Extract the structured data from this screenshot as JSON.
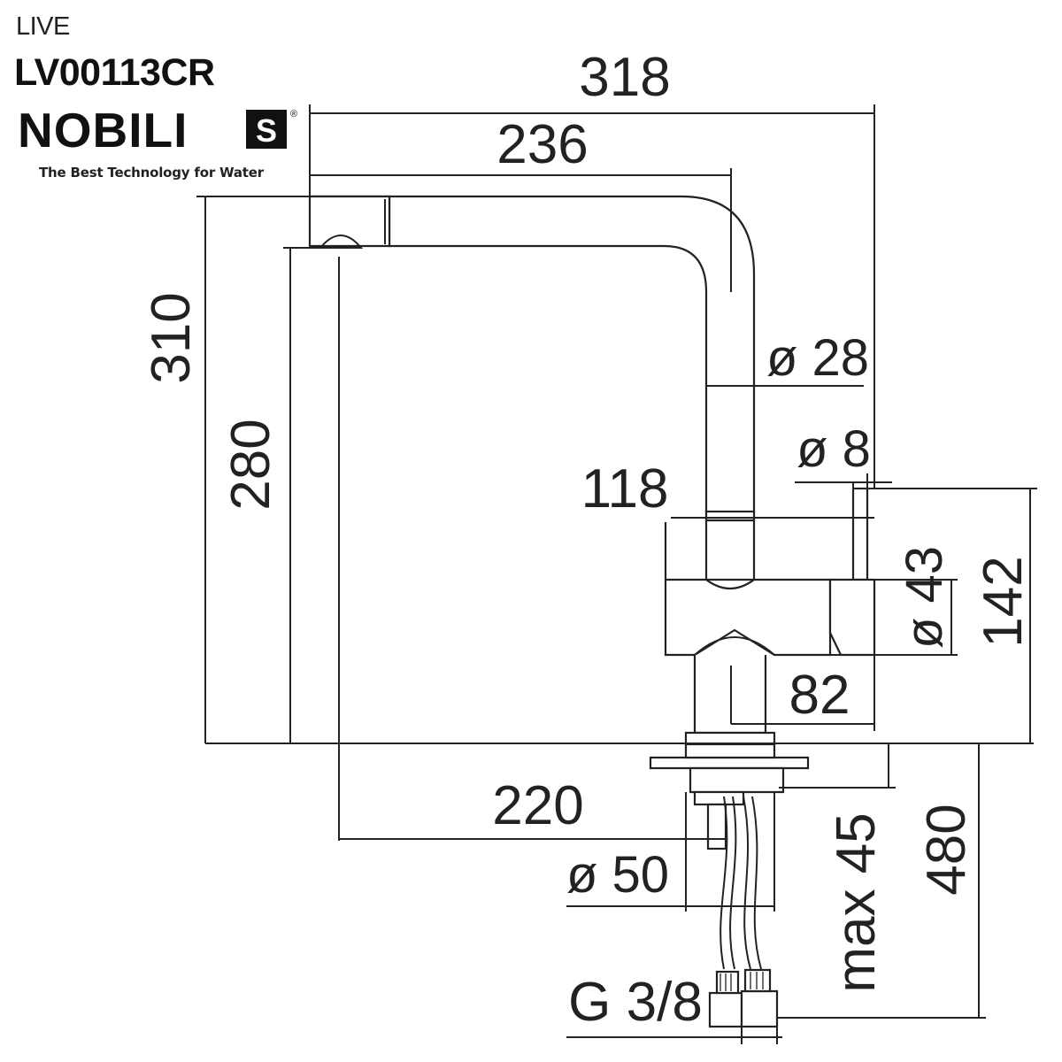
{
  "product": {
    "series": "LIVE",
    "code": "LV00113CR"
  },
  "brand": {
    "name": "NOBILI",
    "mark": "S",
    "registered": "®",
    "tagline": "The Best Technology for Water"
  },
  "dimensions": {
    "overall_reach": "318",
    "spout_reach": "236",
    "total_height": "310",
    "spout_height": "280",
    "spout_diameter": "ø 28",
    "lever_diameter": "ø 8",
    "body_depth": "118",
    "body_diameter": "ø 43",
    "lever_height": "142",
    "base_height": "82",
    "spout_to_hole": "220",
    "hole_diameter": "ø 50",
    "max_deck_thickness": "max 45",
    "hose_length": "480",
    "connection_thread": "G 3/8"
  },
  "colors": {
    "line": "#222222",
    "background": "#ffffff"
  }
}
